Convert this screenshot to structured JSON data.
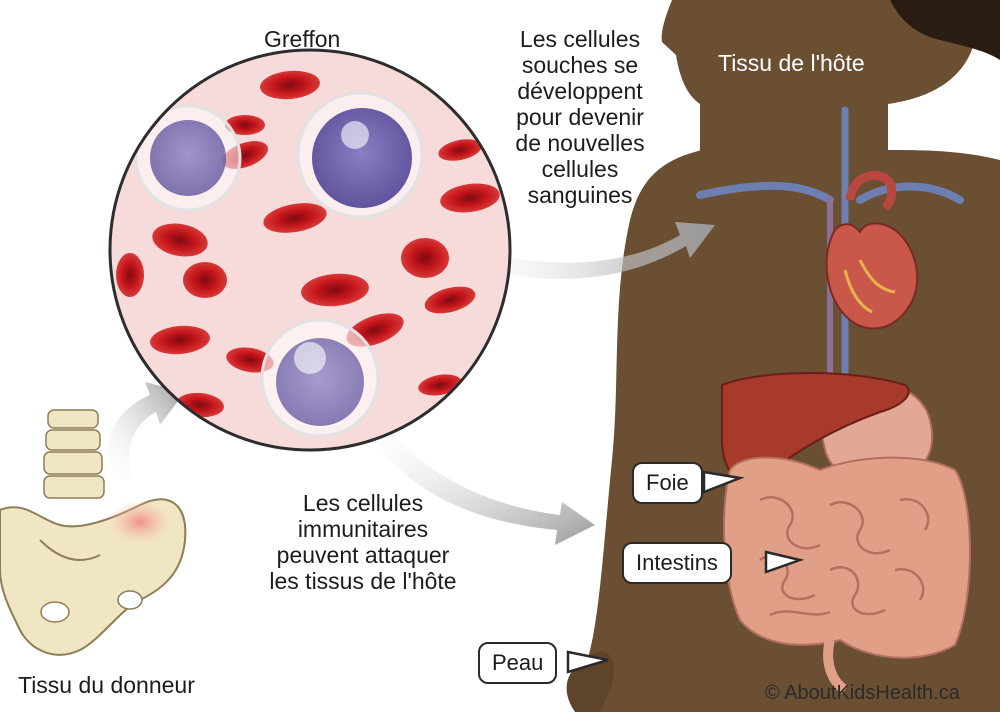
{
  "labels": {
    "graft": "Greffon",
    "host_tissue": "Tissu de l'hôte",
    "donor_tissue": "Tissu du donneur",
    "stem_cells": [
      "Les cellules",
      "souches se",
      "développent",
      "pour devenir",
      "de nouvelles",
      "cellules",
      "sanguines"
    ],
    "immune_cells": [
      "Les cellules",
      "immunitaires",
      "peuvent attaquer",
      "les tissus de l'hôte"
    ]
  },
  "callouts": {
    "liver": "Foie",
    "intestines": "Intestins",
    "skin": "Peau"
  },
  "copyright": "© AboutKidsHealth.ca",
  "colors": {
    "skin": "#6b4f33",
    "red_blood_cell": "#c4161c",
    "circle_background": "#f7dada",
    "bone": "#f1e6c4",
    "liver": "#a83a2c",
    "intestine": "#e29f88",
    "heart": "#c9574a",
    "vessel": "#6d7fb0"
  }
}
